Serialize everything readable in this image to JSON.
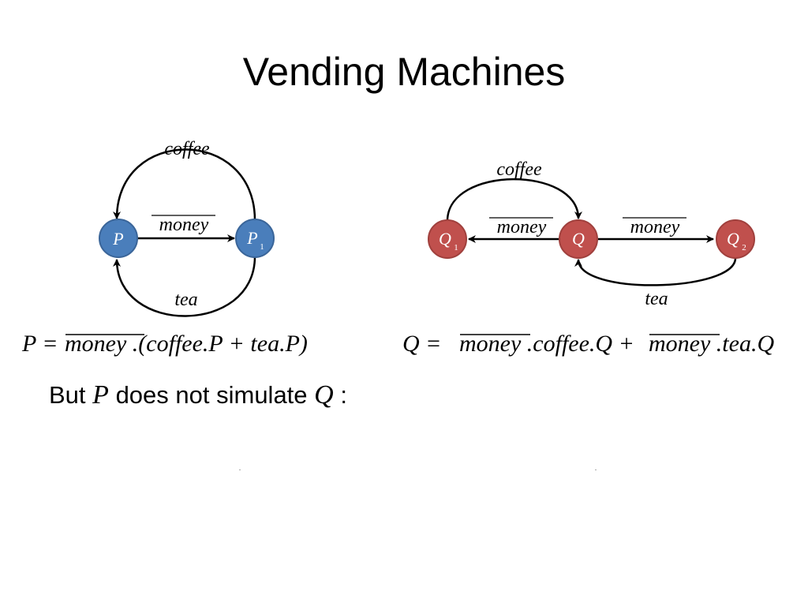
{
  "title": "Vending Machines",
  "colors": {
    "p_node": "#4a7ebb",
    "q_node": "#c0504d",
    "edge": "#000000"
  },
  "diagram_p": {
    "nodes": [
      {
        "name": "P",
        "sub": ""
      },
      {
        "name": "P",
        "sub": "1"
      }
    ],
    "edges": {
      "top": "coffee",
      "middle": "money",
      "bottom": "tea"
    }
  },
  "diagram_q": {
    "nodes": [
      {
        "name": "Q",
        "sub": "1"
      },
      {
        "name": "Q",
        "sub": ""
      },
      {
        "name": "Q",
        "sub": "2"
      }
    ],
    "edges": {
      "top": "coffee",
      "left": "money",
      "right": "money",
      "bottom": "tea"
    }
  },
  "equation_p": {
    "lhs": "P =",
    "money": "money",
    "rest": ".(coffee.P + tea.P)"
  },
  "equation_q": {
    "lhs": "Q =",
    "money1": "money",
    "mid": ".coffee.Q +",
    "money2": "money",
    "rest": ".tea.Q"
  },
  "caption": {
    "prefix": "But",
    "var1": "P",
    "middle": "does not simulate",
    "var2": "Q",
    "suffix": ":"
  }
}
